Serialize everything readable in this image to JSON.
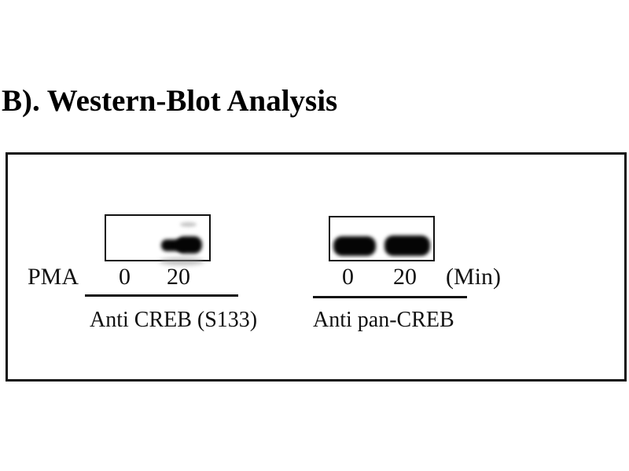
{
  "title": "B). Western-Blot Analysis",
  "figure": {
    "treatment_label": "PMA",
    "unit_label": "(Min)",
    "blots": [
      {
        "id": "anti-creb-s133",
        "antibody": "Anti CREB (S133)",
        "lanes": [
          "0",
          "20"
        ],
        "bands": [
          {
            "lane": "0",
            "present": false
          },
          {
            "lane": "20",
            "present": true,
            "intensity": "strong"
          }
        ]
      },
      {
        "id": "anti-pan-creb",
        "antibody": "Anti pan-CREB",
        "lanes": [
          "0",
          "20"
        ],
        "bands": [
          {
            "lane": "0",
            "present": true,
            "intensity": "strong"
          },
          {
            "lane": "20",
            "present": true,
            "intensity": "strong"
          }
        ]
      }
    ]
  },
  "colors": {
    "background": "#ffffff",
    "text": "#111111",
    "border": "#111111",
    "band": "#050505",
    "faint_smudge": "#c6c6c6"
  }
}
